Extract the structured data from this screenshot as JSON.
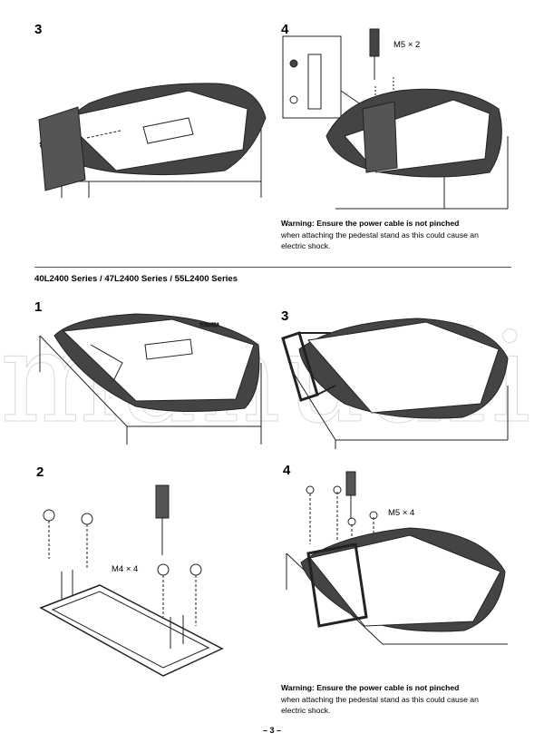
{
  "steps_top": {
    "s3": "3",
    "s4": "4"
  },
  "labels_top": {
    "screw_m5x2": "M5 × 2"
  },
  "warning_top": {
    "bold": "Warning: Ensure the power cable is not pinched",
    "rest": "when attaching the pedestal stand as this could cause an electric shock."
  },
  "series_heading": "40L2400 Series / 47L2400 Series / 55L2400 Series",
  "steps_bottom": {
    "s1": "1",
    "s2": "2",
    "s3": "3",
    "s4": "4"
  },
  "labels_bottom": {
    "screw_m4x4": "M4 × 4",
    "screw_m5x4": "M5 × 4"
  },
  "warning_bottom": {
    "bold": "Warning: Ensure the power cable is not pinched",
    "rest": "when attaching the pedestal stand as this could cause an electric shock."
  },
  "watermark": "manuali",
  "page_number": "– 3 –"
}
